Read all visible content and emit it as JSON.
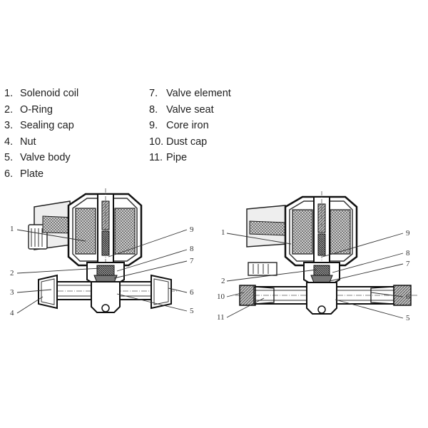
{
  "legend": {
    "left": [
      {
        "num": "1.",
        "label": "Solenoid coil"
      },
      {
        "num": "2.",
        "label": "O-Ring"
      },
      {
        "num": "3.",
        "label": "Sealing cap"
      },
      {
        "num": "4.",
        "label": "Nut"
      },
      {
        "num": "5.",
        "label": "Valve body"
      },
      {
        "num": "6.",
        "label": "Plate"
      }
    ],
    "right": [
      {
        "num": "7.",
        "label": "Valve element"
      },
      {
        "num": "8.",
        "label": "Valve seat"
      },
      {
        "num": "9.",
        "label": "Core iron"
      },
      {
        "num": "10.",
        "label": "Dust cap"
      },
      {
        "num": "11.",
        "label": "Pipe"
      }
    ]
  },
  "callouts": {
    "left_view": [
      "1",
      "2",
      "3",
      "4",
      "9",
      "8",
      "7",
      "6",
      "5"
    ],
    "right_view": [
      "1",
      "2",
      "10",
      "11",
      "9",
      "8",
      "7",
      "6",
      "5"
    ]
  }
}
